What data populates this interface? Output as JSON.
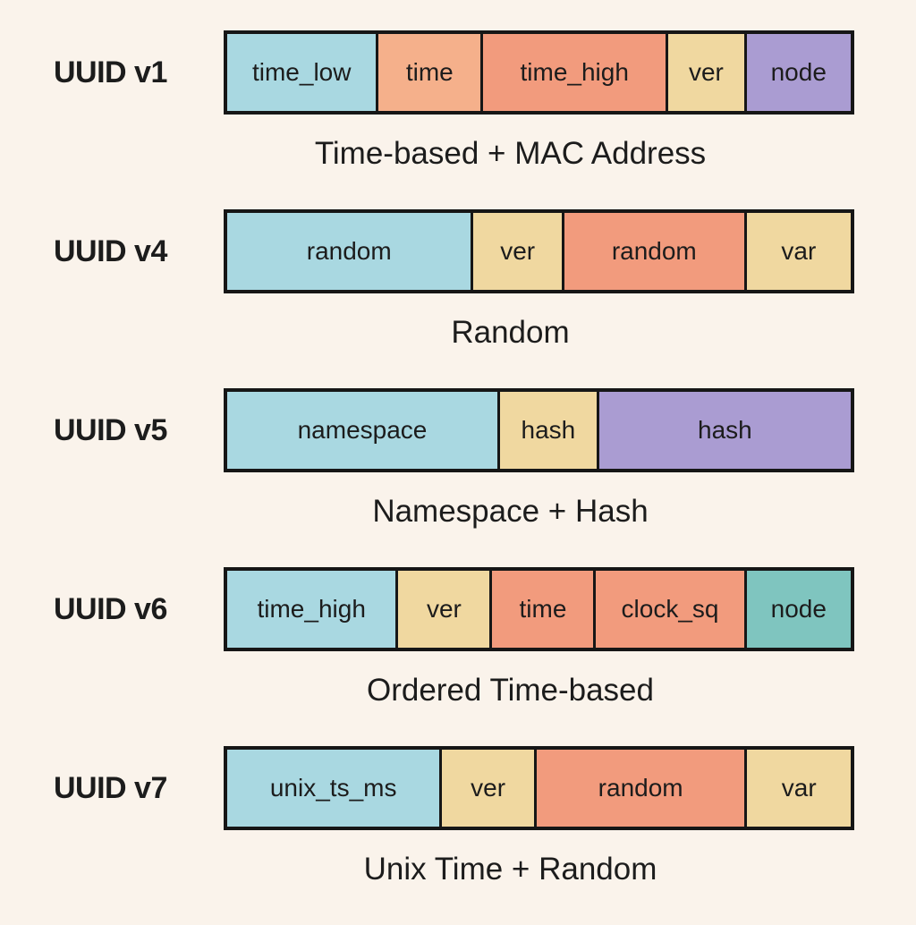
{
  "page": {
    "background": "#faf3eb",
    "border_color": "#161616",
    "text_color": "#1c1c1c"
  },
  "colors": {
    "blue": "#a9d8e1",
    "peach": "#f5b08b",
    "salmon": "#f29b7d",
    "tan": "#f0d8a0",
    "purple": "#aa9cd2",
    "teal": "#7fc5bf"
  },
  "rows": [
    {
      "label": "UUID v1",
      "caption": "Time-based + MAC Address",
      "segments": [
        {
          "label": "time_low",
          "color": "blue",
          "width_pct": 24.3
        },
        {
          "label": "time",
          "color": "peach",
          "width_pct": 16.6
        },
        {
          "label": "time_high",
          "color": "salmon",
          "width_pct": 29.8
        },
        {
          "label": "ver",
          "color": "tan",
          "width_pct": 12.3
        },
        {
          "label": "node",
          "color": "purple",
          "width_pct": 17.0
        }
      ]
    },
    {
      "label": "UUID v4",
      "caption": "Random",
      "segments": [
        {
          "label": "random",
          "color": "blue",
          "width_pct": 39.6
        },
        {
          "label": "ver",
          "color": "tan",
          "width_pct": 14.3
        },
        {
          "label": "random",
          "color": "salmon",
          "width_pct": 29.2
        },
        {
          "label": "var",
          "color": "tan",
          "width_pct": 16.9
        }
      ]
    },
    {
      "label": "UUID v5",
      "caption": "Namespace + Hash",
      "segments": [
        {
          "label": "namespace",
          "color": "blue",
          "width_pct": 43.7
        },
        {
          "label": "hash",
          "color": "tan",
          "width_pct": 15.6
        },
        {
          "label": "hash",
          "color": "purple",
          "width_pct": 40.7
        }
      ]
    },
    {
      "label": "UUID v6",
      "caption": "Ordered Time-based",
      "segments": [
        {
          "label": "time_high",
          "color": "blue",
          "width_pct": 27.5
        },
        {
          "label": "ver",
          "color": "tan",
          "width_pct": 14.9
        },
        {
          "label": "time",
          "color": "salmon",
          "width_pct": 16.5
        },
        {
          "label": "clock_sq",
          "color": "salmon",
          "width_pct": 24.1
        },
        {
          "label": "node",
          "color": "teal",
          "width_pct": 17.0
        }
      ]
    },
    {
      "label": "UUID v7",
      "caption": "Unix Time + Random",
      "segments": [
        {
          "label": "unix_ts_ms",
          "color": "blue",
          "width_pct": 34.5
        },
        {
          "label": "ver",
          "color": "tan",
          "width_pct": 14.9
        },
        {
          "label": "random",
          "color": "salmon",
          "width_pct": 33.8
        },
        {
          "label": "var",
          "color": "tan",
          "width_pct": 16.8
        }
      ]
    }
  ]
}
